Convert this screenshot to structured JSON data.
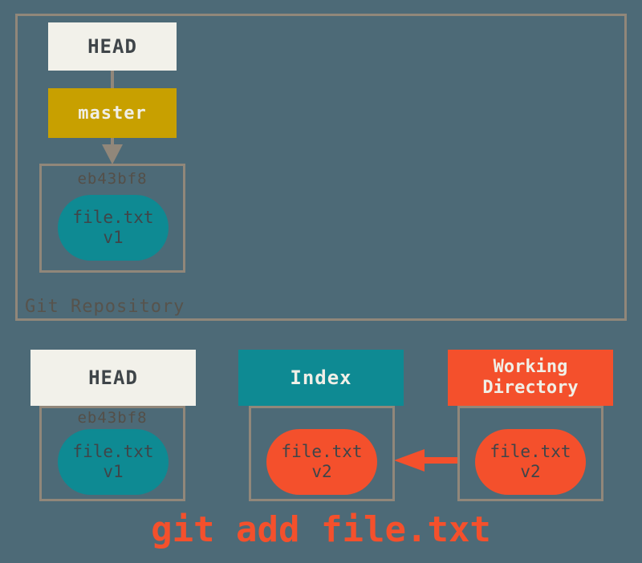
{
  "colors": {
    "bg": "#4d6a77",
    "cream": "#f0efe7",
    "light": "#f2f1ea",
    "gold": "#c8a000",
    "teal": "#0e8a93",
    "orange": "#f4502c",
    "border": "#91877a",
    "ink": "#3f4549",
    "hash": "#544f48",
    "label": "#57534c"
  },
  "repository": {
    "label": "Git Repository",
    "head_label": "HEAD",
    "branch_label": "master",
    "commit": {
      "hash": "eb43bf8",
      "file_name": "file.txt",
      "file_version": "v1"
    }
  },
  "columns": {
    "head": {
      "title": "HEAD",
      "hash": "eb43bf8",
      "file_name": "file.txt",
      "file_version": "v1"
    },
    "index": {
      "title": "Index",
      "file_name": "file.txt",
      "file_version": "v2"
    },
    "working_directory": {
      "title_line1": "Working",
      "title_line2": "Directory",
      "file_name": "file.txt",
      "file_version": "v2"
    }
  },
  "caption": "git add file.txt"
}
